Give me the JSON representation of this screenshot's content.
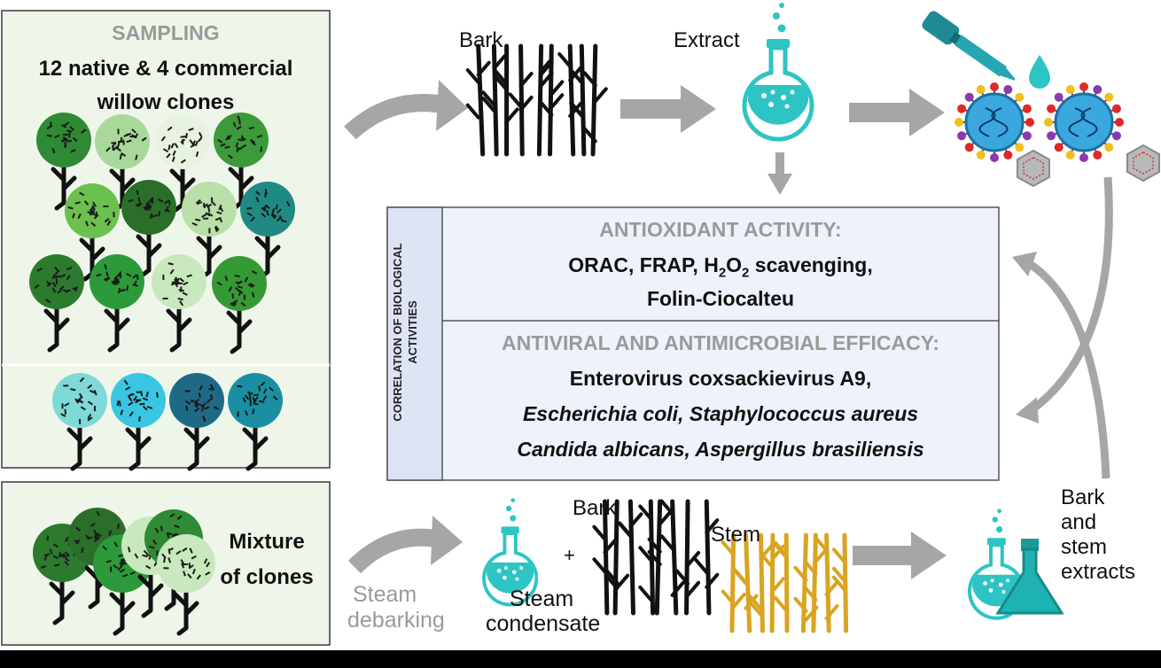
{
  "sampling": {
    "title": "SAMPLING",
    "line1": "12 native & 4 commercial",
    "line2": "willow clones"
  },
  "mixture": {
    "line1": "Mixture",
    "line2": "of clones"
  },
  "steam_debarking": {
    "line1": "Steam",
    "line2": "debarking"
  },
  "labels": {
    "bark_top": "Bark",
    "extract": "Extract",
    "bark_bottom": "Bark",
    "stem": "Stem",
    "plus": "+",
    "steam_condensate_1": "Steam",
    "steam_condensate_2": "condensate",
    "bark_stem_extracts_1": "Bark",
    "bark_stem_extracts_2": "and",
    "bark_stem_extracts_3": "stem",
    "bark_stem_extracts_4": "extracts"
  },
  "correlation": {
    "line1": "CORRELATION OF BIOLOGICAL",
    "line2": "ACTIVITIES"
  },
  "antioxidant": {
    "title": "ANTIOXIDANT ACTIVITY:",
    "line1_a": "ORAC, FRAP, H",
    "line1_sub": "2",
    "line1_b": "O",
    "line1_sub2": "2",
    "line1_c": " scavenging,",
    "line2": "Folin-Ciocalteu"
  },
  "antiviral": {
    "title": "ANTIVIRAL AND ANTIMICROBIAL EFFICACY:",
    "line1": "Enterovirus coxsackievirus A9,",
    "line2": "Escherichia coli, Staphylococcus aureus",
    "line3": "Candida albicans, Aspergillus brasiliensis"
  },
  "colors": {
    "panel_fill": "#eef6ea",
    "box_fill": "#eef2fb",
    "arrow": "#a6a6a6",
    "flask": "#2ec4c4",
    "stem_twig": "#d9a421",
    "virus_core": "#3aa8de",
    "virus_spike_red": "#e02828",
    "virus_spike_purple": "#8a3ab0",
    "virus_spike_yellow": "#f0c020"
  },
  "icons": [
    "tree-icon",
    "bark-twigs-icon",
    "flask-icon",
    "pipette-icon",
    "droplet-icon",
    "virus-icon",
    "bacteria-icon",
    "erlenmeyer-icon",
    "arrow-icon"
  ]
}
